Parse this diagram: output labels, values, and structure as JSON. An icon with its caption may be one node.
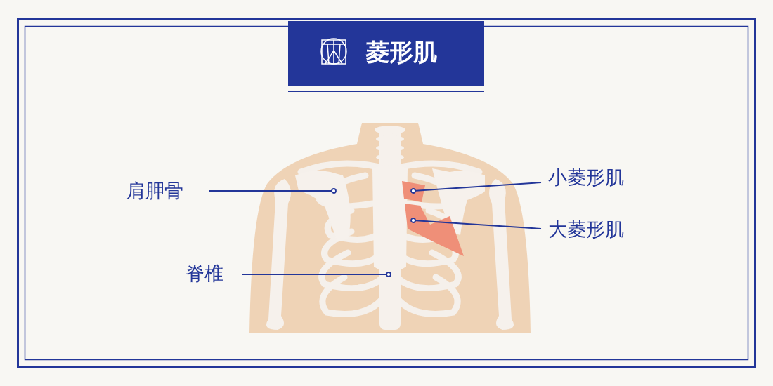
{
  "diagram": {
    "title": "菱形肌",
    "nodes": [
      {
        "text": [
          "肩胛骨"
        ]
      },
      {
        "text": [
          "小菱形肌"
        ]
      },
      {
        "text": [
          "大菱形肌"
        ]
      },
      {
        "text": [
          "脊椎"
        ]
      }
    ],
    "edges": [
      {
        "from": 0,
        "to": null,
        "arrow": "other"
      },
      {
        "from": 1,
        "to": null,
        "arrow": "other"
      },
      {
        "from": 2,
        "to": null,
        "arrow": "other"
      },
      {
        "from": 3,
        "to": null,
        "arrow": "other"
      }
    ]
  }
}
